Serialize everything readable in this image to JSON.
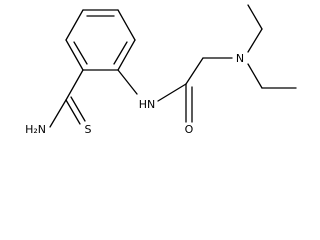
{
  "molecule": {
    "atoms": [
      {
        "id": "nh2",
        "label": "H2N",
        "text": "H₂N"
      },
      {
        "id": "s",
        "label": "S",
        "text": "S"
      },
      {
        "id": "nh",
        "label": "HN",
        "text": "HN"
      },
      {
        "id": "n",
        "label": "N",
        "text": "N"
      },
      {
        "id": "o",
        "label": "O",
        "text": "O"
      }
    ],
    "colors": {
      "bond": "#000000",
      "text": "#000000",
      "background": "#ffffff"
    }
  }
}
